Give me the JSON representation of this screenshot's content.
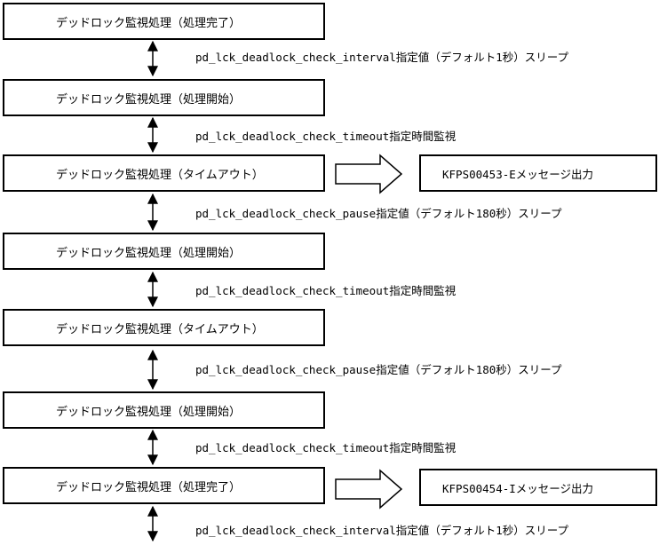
{
  "steps": [
    {
      "label": "デッドロック監視処理（処理完了）"
    },
    {
      "label": "デッドロック監視処理（処理開始）"
    },
    {
      "label": "デッドロック監視処理（タイムアウト）",
      "message": "KFPS00453-Eメッセージ出力"
    },
    {
      "label": "デッドロック監視処理（処理開始）"
    },
    {
      "label": "デッドロック監視処理（タイムアウト）"
    },
    {
      "label": "デッドロック監視処理（処理開始）"
    },
    {
      "label": "デッドロック監視処理（処理完了）",
      "message": "KFPS00454-Iメッセージ出力"
    }
  ],
  "connectors": [
    "pd_lck_deadlock_check_interval指定値（デフォルト1秒）スリープ",
    "pd_lck_deadlock_check_timeout指定時間監視",
    "pd_lck_deadlock_check_pause指定値（デフォルト180秒）スリープ",
    "pd_lck_deadlock_check_timeout指定時間監視",
    "pd_lck_deadlock_check_pause指定値（デフォルト180秒）スリープ",
    "pd_lck_deadlock_check_timeout指定時間監視",
    "pd_lck_deadlock_check_interval指定値（デフォルト1秒）スリープ"
  ]
}
